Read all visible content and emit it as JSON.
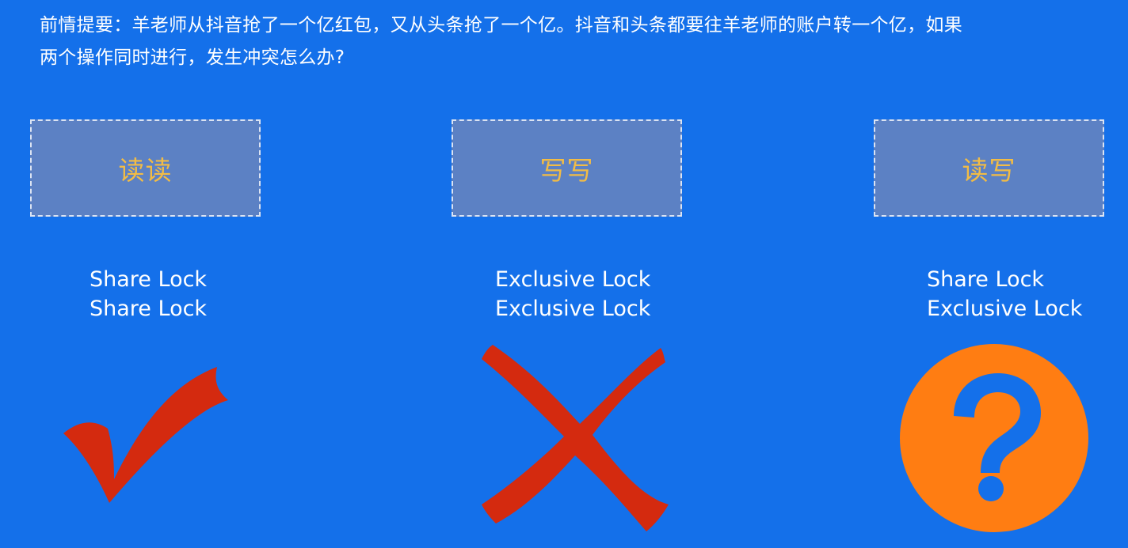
{
  "intro": {
    "line1": "前情提要：羊老师从抖音抢了一个亿红包，又从头条抢了一个亿。抖音和头条都要往羊老师的账户转一个亿，如果",
    "line2": "两个操作同时进行，发生冲突怎么办?"
  },
  "cases": [
    {
      "title": "读读",
      "locks": [
        "Share Lock",
        "Share Lock"
      ],
      "result_icon": "check-icon"
    },
    {
      "title": "写写",
      "locks": [
        "Exclusive Lock",
        "Exclusive Lock"
      ],
      "result_icon": "cross-icon"
    },
    {
      "title": "读写",
      "locks": [
        "Share Lock",
        "Exclusive Lock"
      ],
      "result_icon": "question-icon"
    }
  ],
  "colors": {
    "background": "#1470EA",
    "title_text": "#F2BC45",
    "mark_red": "#D42A0F",
    "question_orange": "#FF7D12"
  }
}
